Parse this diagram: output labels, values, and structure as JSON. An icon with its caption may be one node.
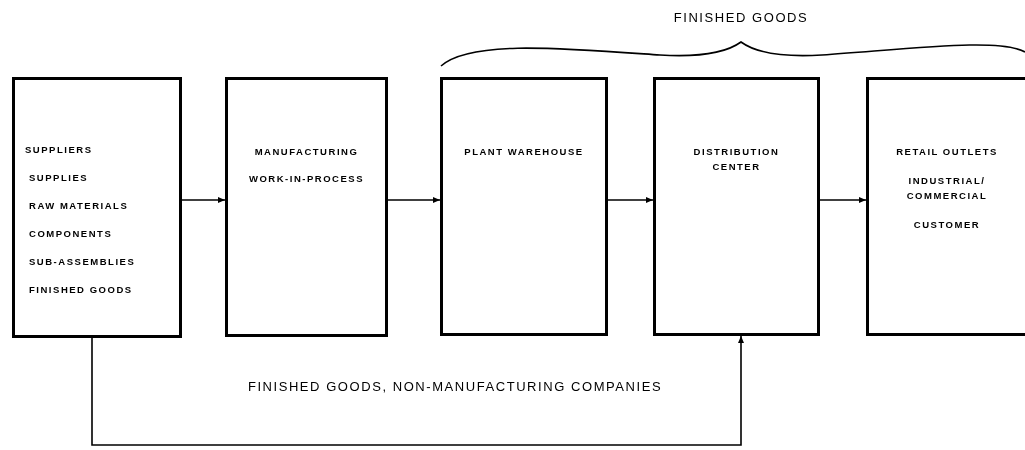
{
  "diagram": {
    "nodes": [
      {
        "text": [
          "SUPPLIERS",
          "SUPPLIES",
          "RAW MATERIALS",
          "COMPONENTS",
          "SUB-ASSEMBLIES",
          "FINISHED GOODS"
        ]
      },
      {
        "text": [
          "MANUFACTURING",
          "WORK-IN-PROCESS"
        ]
      },
      {
        "text": [
          "PLANT WAREHOUSE"
        ]
      },
      {
        "text": [
          "DISTRIBUTION CENTER"
        ]
      },
      {
        "text": [
          "RETAIL OUTLETS",
          "INDUSTRIAL/ COMMERCIAL",
          "CUSTOMER"
        ]
      }
    ],
    "edges": [
      {
        "from": 0,
        "to": 1,
        "arrow": "to"
      },
      {
        "from": 1,
        "to": 2,
        "arrow": "to"
      },
      {
        "from": 2,
        "to": 3,
        "arrow": "to"
      },
      {
        "from": 3,
        "to": 4,
        "arrow": "to"
      },
      {
        "from": 0,
        "to": 3,
        "arrow": "to",
        "label": "FINISHED GOODS, NON-MANUFACTURING COMPANIES"
      }
    ],
    "labels": [
      "FINISHED GOODS"
    ]
  }
}
